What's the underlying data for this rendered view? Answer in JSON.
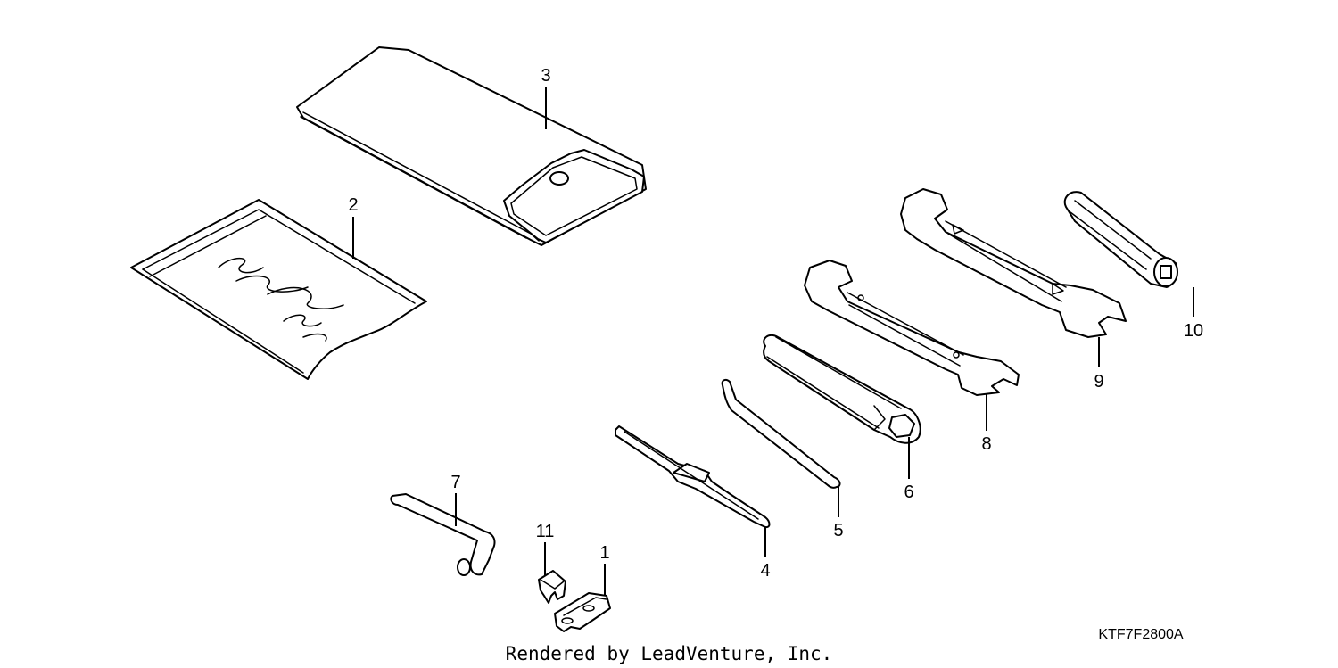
{
  "callouts": {
    "c1": "1",
    "c2": "2",
    "c3": "3",
    "c4": "4",
    "c5": "5",
    "c6": "6",
    "c7": "7",
    "c8": "8",
    "c9": "9",
    "c10": "10",
    "c11": "11"
  },
  "diagram_code": "KTF7F2800A",
  "credit": "Rendered by LeadVenture, Inc."
}
